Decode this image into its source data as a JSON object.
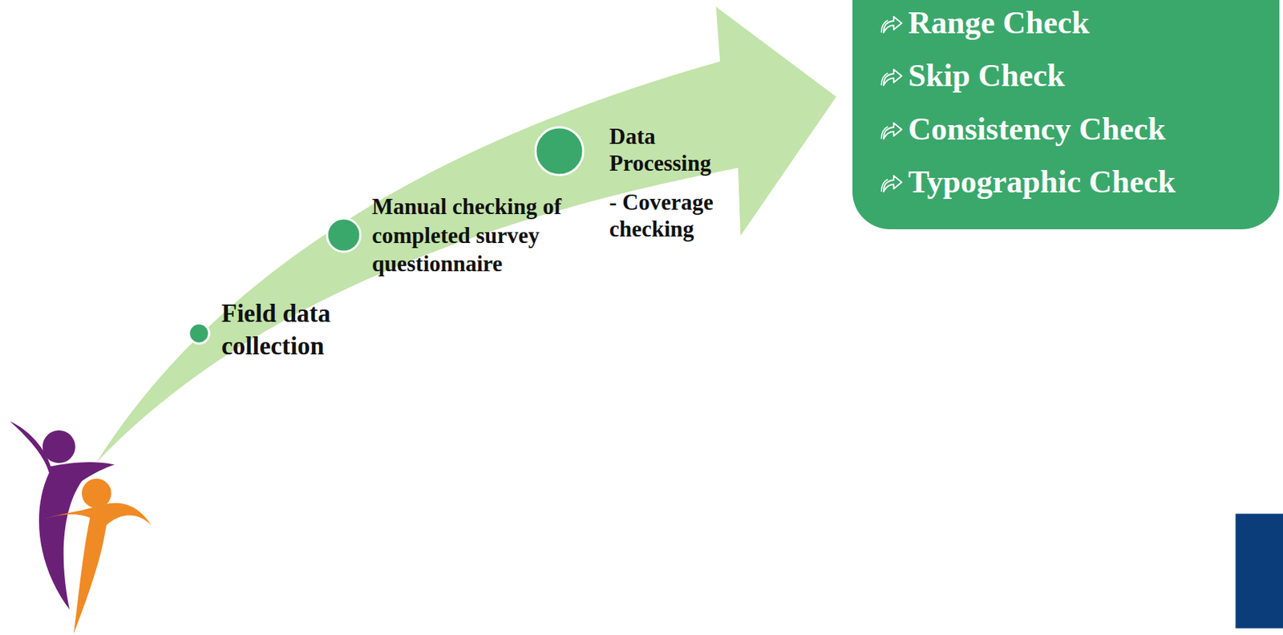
{
  "diagram": {
    "nodes": [
      {
        "text": [
          "Field data collection"
        ]
      },
      {
        "text": [
          "Manual checking of completed survey questionnaire"
        ]
      },
      {
        "text": [
          "Data Processing",
          "- Coverage checking"
        ]
      },
      {
        "text": [
          "Range Check",
          "Skip Check",
          "Consistency Check",
          "Typographic Check"
        ]
      }
    ]
  }
}
